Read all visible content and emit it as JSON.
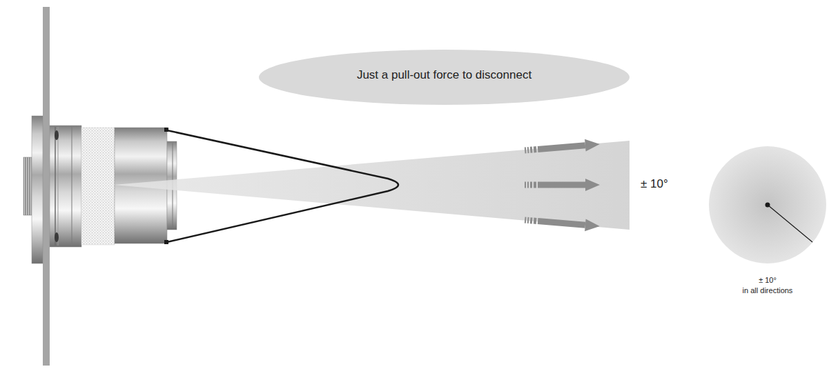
{
  "diagram": {
    "nodes": [
      {
        "text": [
          "Just a pull-out force to disconnect"
        ]
      },
      {
        "text": [
          "± 10°",
          "in all directions"
        ]
      }
    ],
    "labels": [
      "± 10°"
    ]
  }
}
